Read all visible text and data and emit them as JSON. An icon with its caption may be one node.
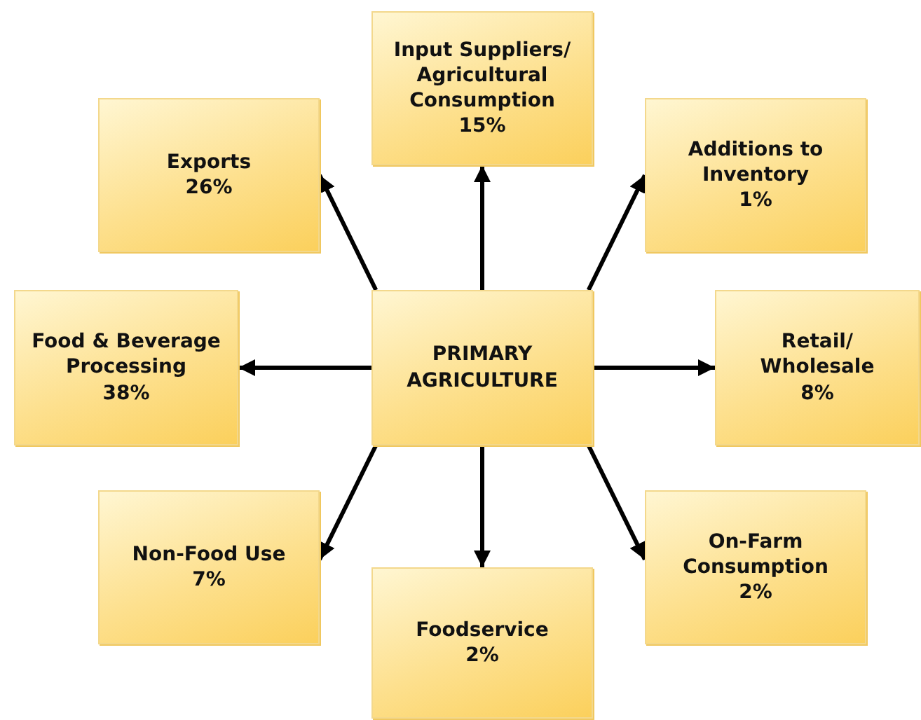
{
  "diagram": {
    "nodes": [
      {
        "text": [
          "Input Suppliers/ Agricultural Consumption",
          "15%"
        ]
      },
      {
        "text": [
          "Exports",
          "26%"
        ]
      },
      {
        "text": [
          "Additions to Inventory",
          "1%"
        ]
      },
      {
        "text": [
          "Food & Beverage Processing",
          "38%"
        ]
      },
      {
        "text": [
          "PRIMARY AGRICULTURE"
        ]
      },
      {
        "text": [
          "Retail/ Wholesale",
          "8%"
        ]
      },
      {
        "text": [
          "Non-Food Use",
          "7%"
        ]
      },
      {
        "text": [
          "Foodservice",
          "2%"
        ]
      },
      {
        "text": [
          "On-Farm Consumption",
          "2%"
        ]
      }
    ],
    "edges": [
      {
        "from": 4,
        "to": 0,
        "arrow": "to"
      },
      {
        "from": 4,
        "to": 1,
        "arrow": "to"
      },
      {
        "from": 4,
        "to": 2,
        "arrow": "to"
      },
      {
        "from": 4,
        "to": 3,
        "arrow": "to"
      },
      {
        "from": 4,
        "to": 5,
        "arrow": "to"
      },
      {
        "from": 4,
        "to": 6,
        "arrow": "to"
      },
      {
        "from": 4,
        "to": 7,
        "arrow": "to"
      },
      {
        "from": 4,
        "to": 8,
        "arrow": "to"
      }
    ]
  }
}
